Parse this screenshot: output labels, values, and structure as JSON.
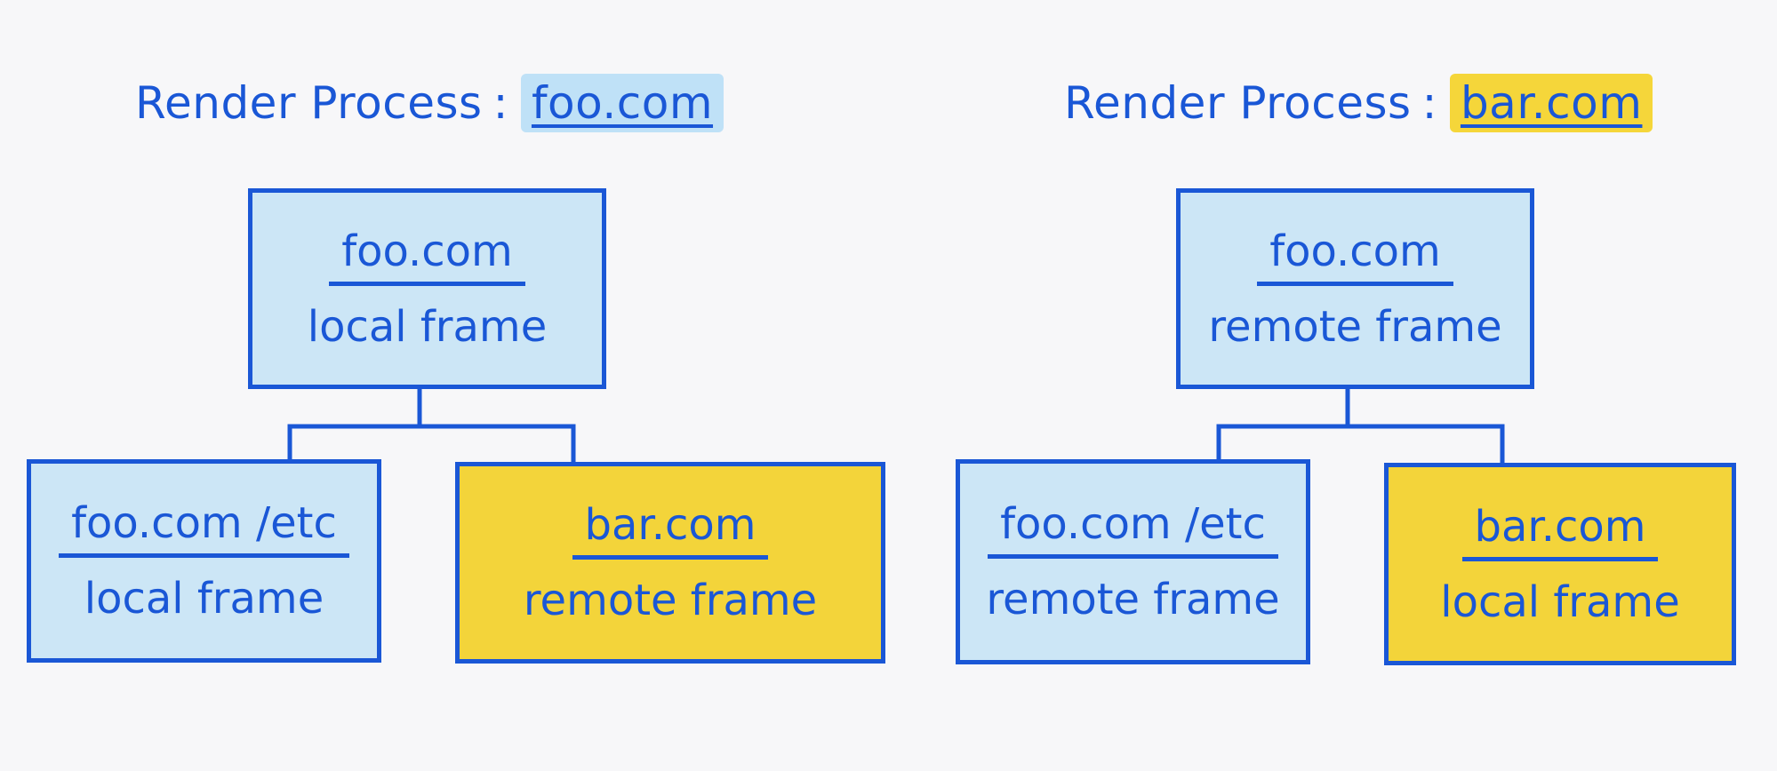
{
  "colors": {
    "ink": "#1a57d6",
    "same_site_fill": "#cce6f6",
    "cross_site_fill": "#f3d43a",
    "background": "#f7f7f9"
  },
  "processes": [
    {
      "label": "Render Process",
      "separator": ":",
      "site": "foo.com",
      "site_highlight": "blue",
      "root": {
        "origin": "foo.com",
        "kind": "local frame",
        "color": "blue"
      },
      "children": [
        {
          "origin": "foo.com /etc",
          "kind": "local frame",
          "color": "blue"
        },
        {
          "origin": "bar.com",
          "kind": "remote frame",
          "color": "yellow"
        }
      ]
    },
    {
      "label": "Render Process",
      "separator": ":",
      "site": "bar.com",
      "site_highlight": "yellow",
      "root": {
        "origin": "foo.com",
        "kind": "remote frame",
        "color": "blue"
      },
      "children": [
        {
          "origin": "foo.com /etc",
          "kind": "remote frame",
          "color": "blue"
        },
        {
          "origin": "bar.com",
          "kind": "local frame",
          "color": "yellow"
        }
      ]
    }
  ]
}
